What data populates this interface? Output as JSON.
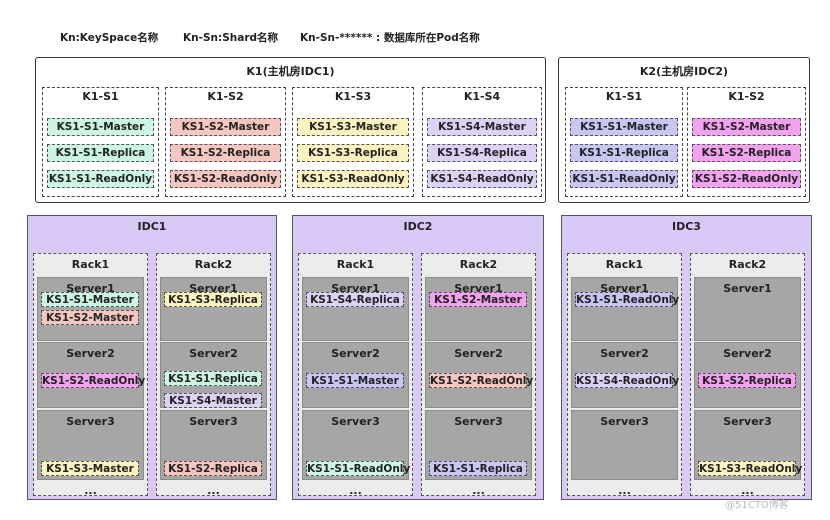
{
  "legend": [
    "Kn:KeySpace名称",
    "Kn-Sn:Shard名称",
    "Kn-Sn-****** : 数据库所在Pod名称"
  ],
  "keyspaces": [
    {
      "title": "K1(主机房IDC1)",
      "shards": [
        {
          "name": "K1-S1",
          "replicas": [
            "KS1-S1-Master",
            "KS1-S1-Replica",
            "KS1-S1-ReadOnly"
          ],
          "color": "#cdf5e4"
        },
        {
          "name": "K1-S2",
          "replicas": [
            "KS1-S2-Master",
            "KS1-S2-Replica",
            "KS1-S2-ReadOnly"
          ],
          "color": "#f6c6c0"
        },
        {
          "name": "K1-S3",
          "replicas": [
            "KS1-S3-Master",
            "KS1-S3-Replica",
            "KS1-S3-ReadOnly"
          ],
          "color": "#fcf2c0"
        },
        {
          "name": "K1-S4",
          "replicas": [
            "KS1-S4-Master",
            "KS1-S4-Replica",
            "KS1-S4-ReadOnly"
          ],
          "color": "#ddd2f6"
        }
      ]
    },
    {
      "title": "K2(主机房IDC2)",
      "shards": [
        {
          "name": "K1-S1",
          "replicas": [
            "KS1-S1-Master",
            "KS1-S1-Replica",
            "KS1-S1-ReadOnly"
          ],
          "color": "#c9c6f3"
        },
        {
          "name": "K1-S2",
          "replicas": [
            "KS1-S2-Master",
            "KS1-S2-Replica",
            "KS1-S2-ReadOnly"
          ],
          "color": "#f3a2f0"
        }
      ]
    }
  ],
  "idcs": [
    {
      "title": "IDC1",
      "racks": [
        {
          "title": "Rack1",
          "servers": [
            {
              "title": "Server1",
              "pods": [
                {
                  "label": "KS1-S1-Master",
                  "color": "#cdf5e4"
                },
                {
                  "label": "KS1-S2-Master",
                  "color": "#f6c6c0"
                }
              ]
            },
            {
              "title": "Server2",
              "pods": [
                {
                  "label": "KS1-S2-ReadOnly",
                  "color": "#f3a2f0"
                }
              ]
            },
            {
              "title": "Server3",
              "pods": [
                {
                  "label": "KS1-S3-Master",
                  "color": "#fcf2c0"
                }
              ]
            }
          ],
          "more": "..."
        },
        {
          "title": "Rack2",
          "servers": [
            {
              "title": "Server1",
              "pods": [
                {
                  "label": "KS1-S3-Replica",
                  "color": "#fcf2c0"
                }
              ]
            },
            {
              "title": "Server2",
              "pods": [
                {
                  "label": "KS1-S1-Replica",
                  "color": "#cdf5e4"
                },
                {
                  "label": "KS1-S4-Master",
                  "color": "#ddd2f6"
                }
              ]
            },
            {
              "title": "Server3",
              "pods": [
                {
                  "label": "KS1-S2-Replica",
                  "color": "#f6c6c0"
                }
              ]
            }
          ],
          "more": "..."
        }
      ]
    },
    {
      "title": "IDC2",
      "racks": [
        {
          "title": "Rack1",
          "servers": [
            {
              "title": "Server1",
              "pods": [
                {
                  "label": "KS1-S4-Replica",
                  "color": "#ddd2f6"
                }
              ]
            },
            {
              "title": "Server2",
              "pods": [
                {
                  "label": "KS1-S1-Master",
                  "color": "#c9c6f3"
                }
              ]
            },
            {
              "title": "Server3",
              "pods": [
                {
                  "label": "KS1-S1-ReadOnly",
                  "color": "#cdf5e4"
                }
              ]
            }
          ],
          "more": "..."
        },
        {
          "title": "Rack2",
          "servers": [
            {
              "title": "Server1",
              "pods": [
                {
                  "label": "KS1-S2-Master",
                  "color": "#f3a2f0"
                }
              ]
            },
            {
              "title": "Server2",
              "pods": [
                {
                  "label": "KS1-S2-ReadOnly",
                  "color": "#f6c6c0"
                }
              ]
            },
            {
              "title": "Server3",
              "pods": [
                {
                  "label": "KS1-S1-Replica",
                  "color": "#c9c6f3"
                }
              ]
            }
          ],
          "more": "..."
        }
      ]
    },
    {
      "title": "IDC3",
      "racks": [
        {
          "title": "Rack1",
          "servers": [
            {
              "title": "Server1",
              "pods": [
                {
                  "label": "KS1-S1-ReadOnly",
                  "color": "#c9c6f3"
                }
              ]
            },
            {
              "title": "Server2",
              "pods": [
                {
                  "label": "KS1-S4-ReadOnly",
                  "color": "#ddd2f6"
                }
              ]
            },
            {
              "title": "Server3",
              "pods": []
            }
          ],
          "more": "..."
        },
        {
          "title": "Rack2",
          "servers": [
            {
              "title": "Server1",
              "pods": []
            },
            {
              "title": "Server2",
              "pods": [
                {
                  "label": "KS1-S2-Replica",
                  "color": "#f3a2f0"
                }
              ]
            },
            {
              "title": "Server3",
              "pods": [
                {
                  "label": "KS1-S3-ReadOnly",
                  "color": "#fcf2c0"
                }
              ]
            }
          ],
          "more": "..."
        }
      ]
    }
  ],
  "watermark": "@51CTO博客"
}
